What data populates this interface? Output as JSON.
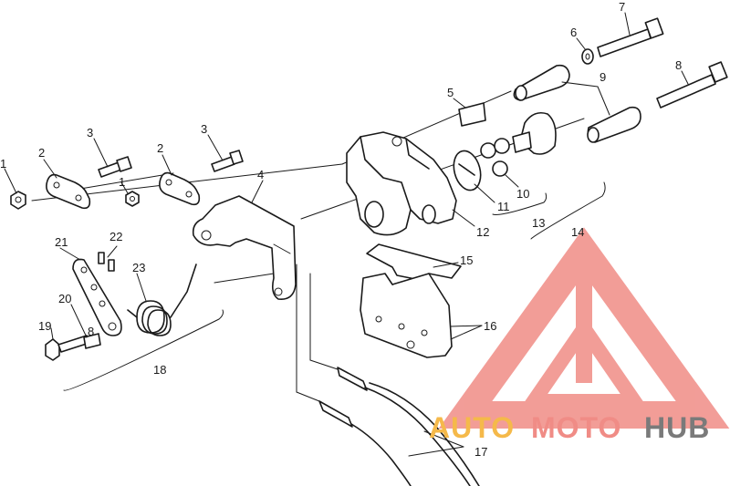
{
  "diagram": {
    "callouts": [
      "1",
      "1",
      "2",
      "2",
      "3",
      "3",
      "4",
      "5",
      "6",
      "7",
      "8",
      "8",
      "9",
      "10",
      "11",
      "12",
      "13",
      "14",
      "15",
      "16",
      "17",
      "18",
      "19",
      "20",
      "21",
      "22",
      "23"
    ]
  },
  "watermark": {
    "brand_auto": "AUTO",
    "brand_moto": "MOTO",
    "brand_hub": "HUB",
    "colors": {
      "auto": "#f5b94a",
      "moto": "#f08c86",
      "hub": "#7a7a7a",
      "logo": "#f08c86"
    }
  }
}
